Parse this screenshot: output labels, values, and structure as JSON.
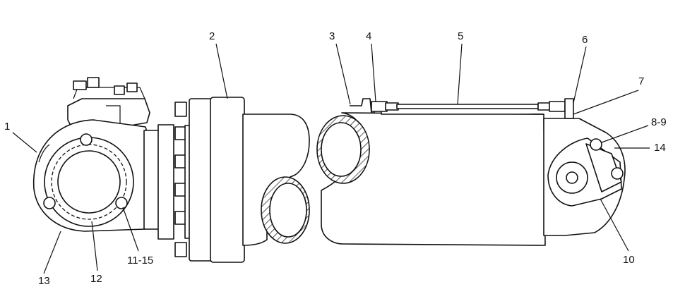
{
  "diagram": {
    "callouts": [
      {
        "id": "c1",
        "label": "1"
      },
      {
        "id": "c2",
        "label": "2"
      },
      {
        "id": "c3",
        "label": "3"
      },
      {
        "id": "c4",
        "label": "4"
      },
      {
        "id": "c5",
        "label": "5"
      },
      {
        "id": "c6",
        "label": "6"
      },
      {
        "id": "c7",
        "label": "7"
      },
      {
        "id": "c8",
        "label": "8-9"
      },
      {
        "id": "c14",
        "label": "14"
      },
      {
        "id": "c10",
        "label": "10"
      },
      {
        "id": "c11",
        "label": "11-15"
      },
      {
        "id": "c12",
        "label": "12"
      },
      {
        "id": "c13",
        "label": "13"
      }
    ]
  }
}
